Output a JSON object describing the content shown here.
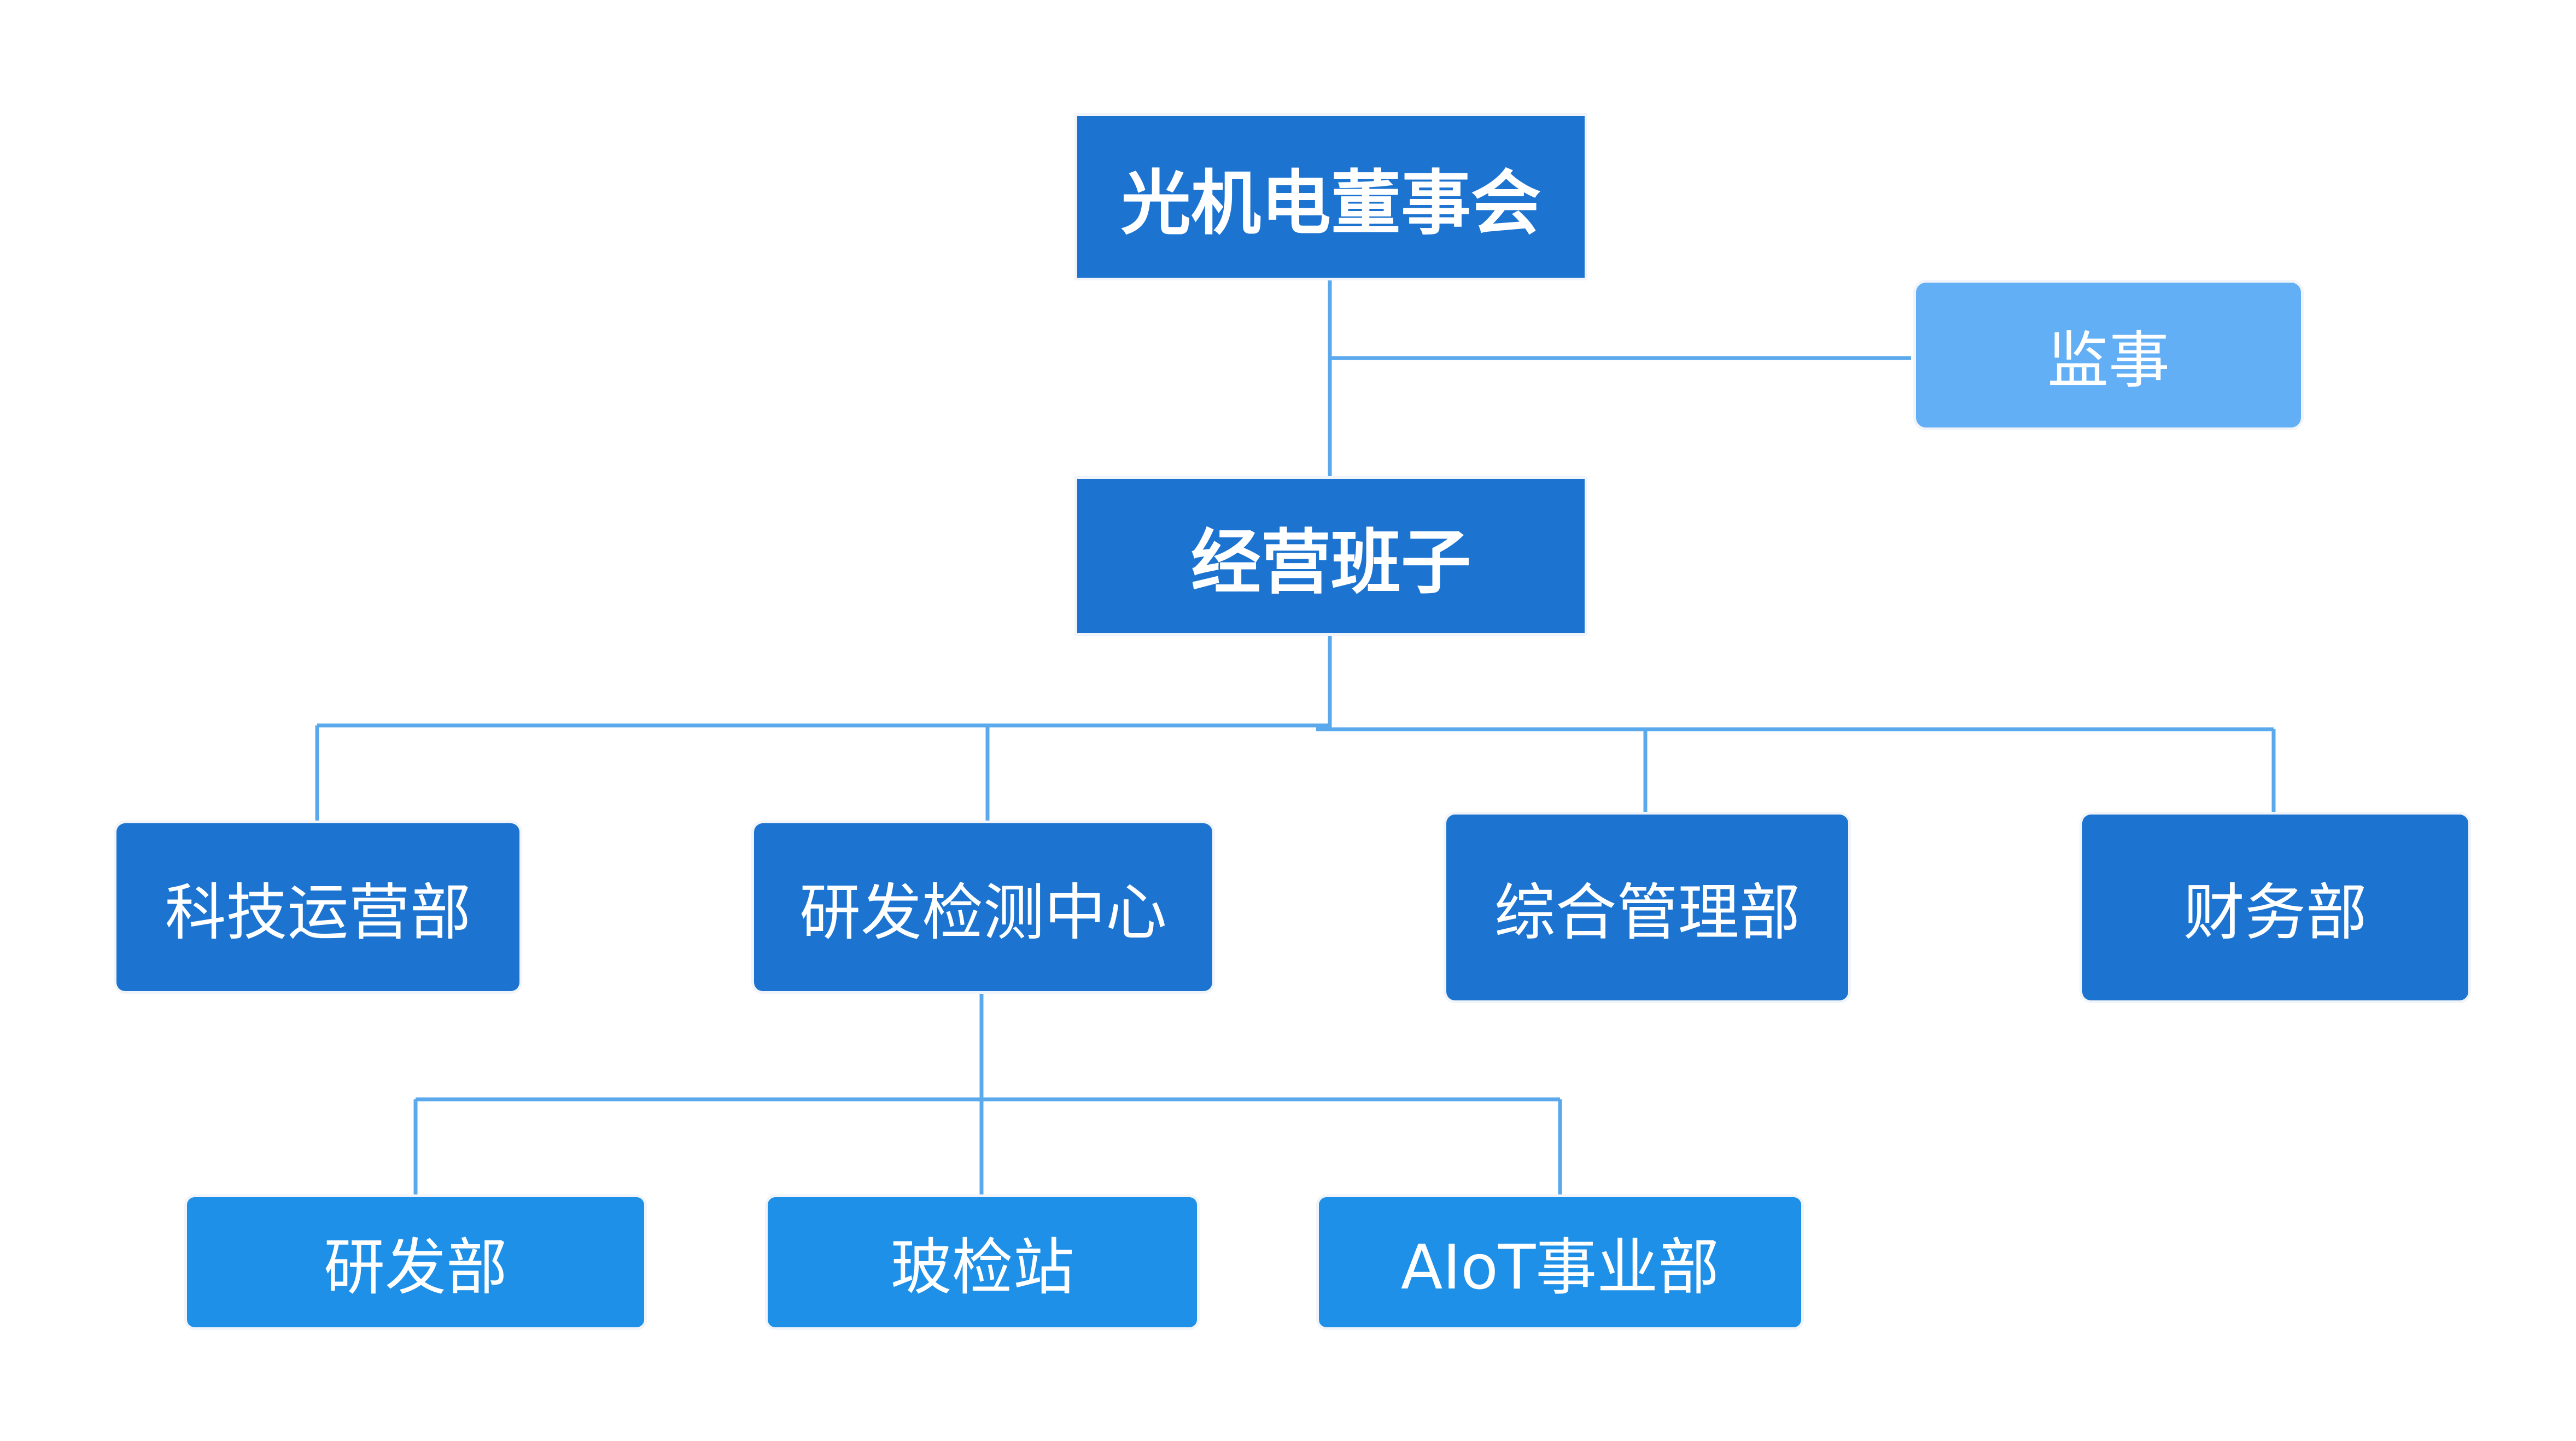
{
  "colors": {
    "primary_node": "#1c74d0",
    "sub_node": "#1f90e8",
    "supervisor_node": "#63aff6",
    "connector": "#5aa9ec",
    "text": "#ffffff",
    "background": "#ffffff"
  },
  "org": {
    "board": "光机电董事会",
    "supervisor": "监事",
    "management": "经营班子",
    "departments": [
      "科技运营部",
      "研发检测中心",
      "综合管理部",
      "财务部"
    ],
    "rd_center_units": [
      "研发部",
      "玻检站",
      "AIoT事业部"
    ]
  }
}
